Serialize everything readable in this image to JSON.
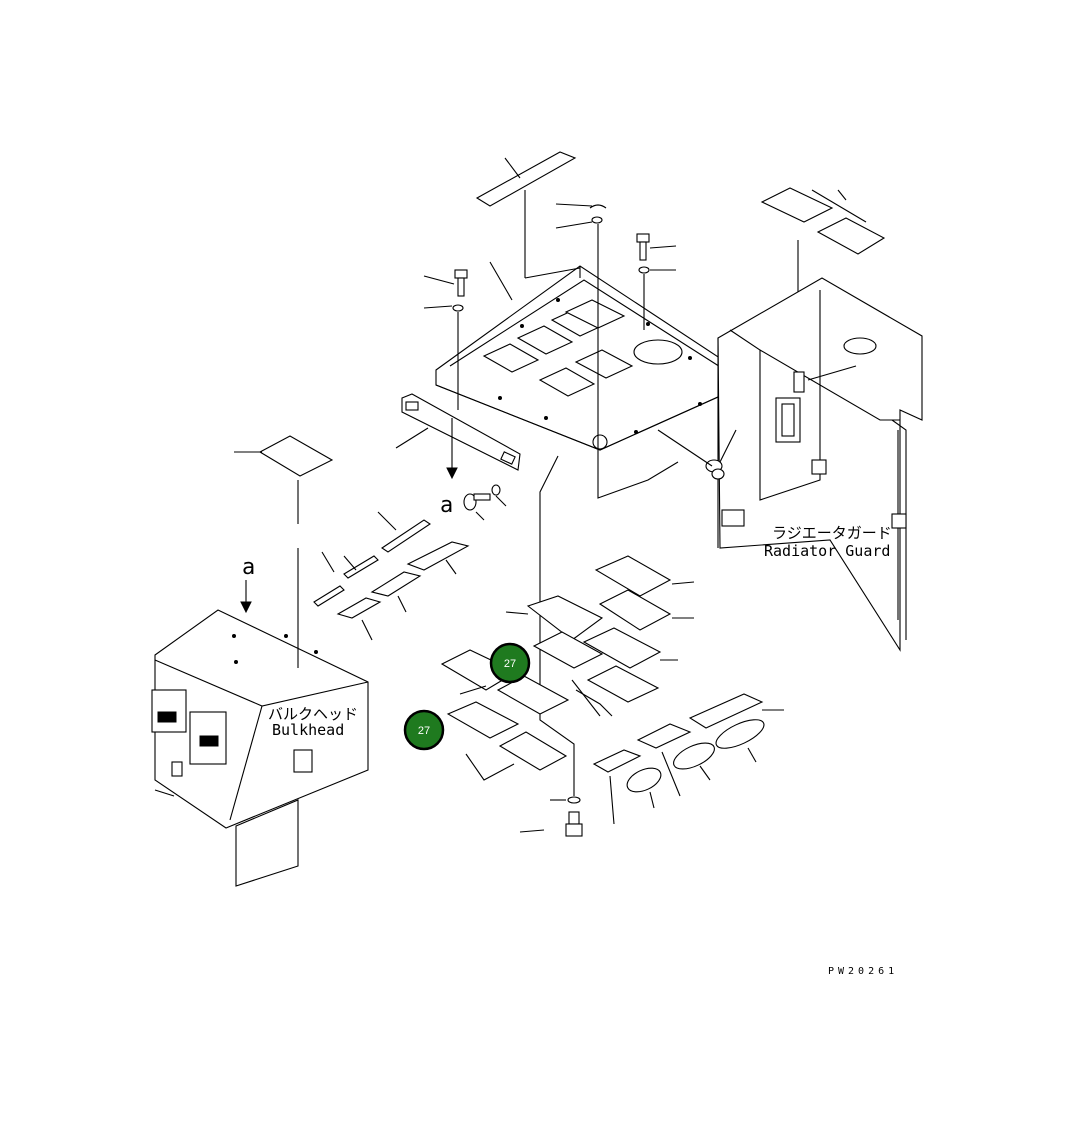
{
  "labels": {
    "bulkhead_jp": "バルクヘッド",
    "bulkhead_en": "Bulkhead",
    "radiator_jp": "ラジエータガード",
    "radiator_en": "Radiator Guard",
    "view_mark": "a",
    "drawing_code": "PW20261"
  },
  "callouts": [
    {
      "text": "27",
      "color": "#1f7a1f"
    },
    {
      "text": "27",
      "color": "#1f7a1f"
    }
  ]
}
